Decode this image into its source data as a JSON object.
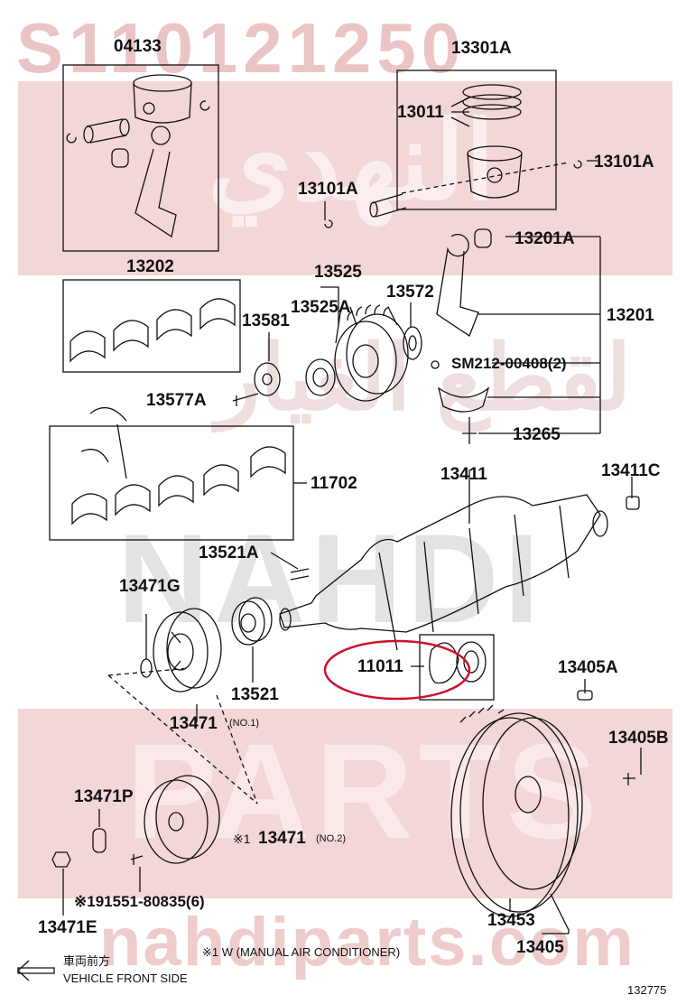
{
  "watermark": {
    "part_number": "S110121250",
    "arabic_top": "النهدي",
    "arabic_mid": "لقطع الغيار",
    "latin_mid": "NAHDI",
    "latin_bottom": "PARTS",
    "site": "nahdiparts.com"
  },
  "labels": {
    "p04133": "04133",
    "p13301A": "13301A",
    "p13011": "13011",
    "p13101A_right": "13101A",
    "p13101A_left": "13101A",
    "p13201A": "13201A",
    "p13202": "13202",
    "p13525": "13525",
    "p13525A": "13525A",
    "p13572": "13572",
    "p13581": "13581",
    "p13201": "13201",
    "sm212": "SM212-00408(2)",
    "p13577A": "13577A",
    "p13265": "13265",
    "p11702": "11702",
    "p13411": "13411",
    "p13411C": "13411C",
    "p13521A": "13521A",
    "p13471G": "13471G",
    "p11011": "11011",
    "p13405A": "13405A",
    "p13521": "13521",
    "p13471": "13471",
    "no1": "(NO.1)",
    "p13405B": "13405B",
    "p13471P": "13471P",
    "mark1": "※1",
    "p13471_no2": "13471",
    "no2": "(NO.2)",
    "p91551": "※191551-80835(6)",
    "p13471E": "13471E",
    "p13453": "13453",
    "p13405": "13405"
  },
  "footer": {
    "note": "※1 W (MANUAL AIR CONDITIONER)",
    "jp_caption": "車両前方",
    "en_caption": "VEHICLE FRONT SIDE",
    "diagram_number": "132775"
  },
  "colors": {
    "watermark_band": "#f3d6d6",
    "watermark_text": "#ebc5c5",
    "highlight_circle": "#d0102a",
    "line": "#111111"
  }
}
